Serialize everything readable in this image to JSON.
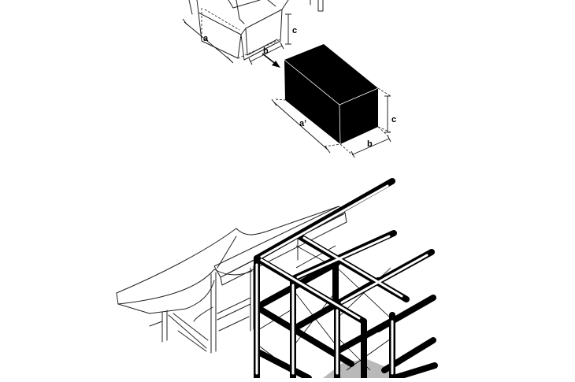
{
  "labels": {
    "a": "a",
    "b_top": "b",
    "c_top": "c",
    "a_prime": "a’",
    "b_bottom": "b",
    "c_bottom": "c"
  },
  "colors": {
    "ink": "#000000",
    "paper": "#ffffff",
    "shade": "#b9b9b9"
  }
}
